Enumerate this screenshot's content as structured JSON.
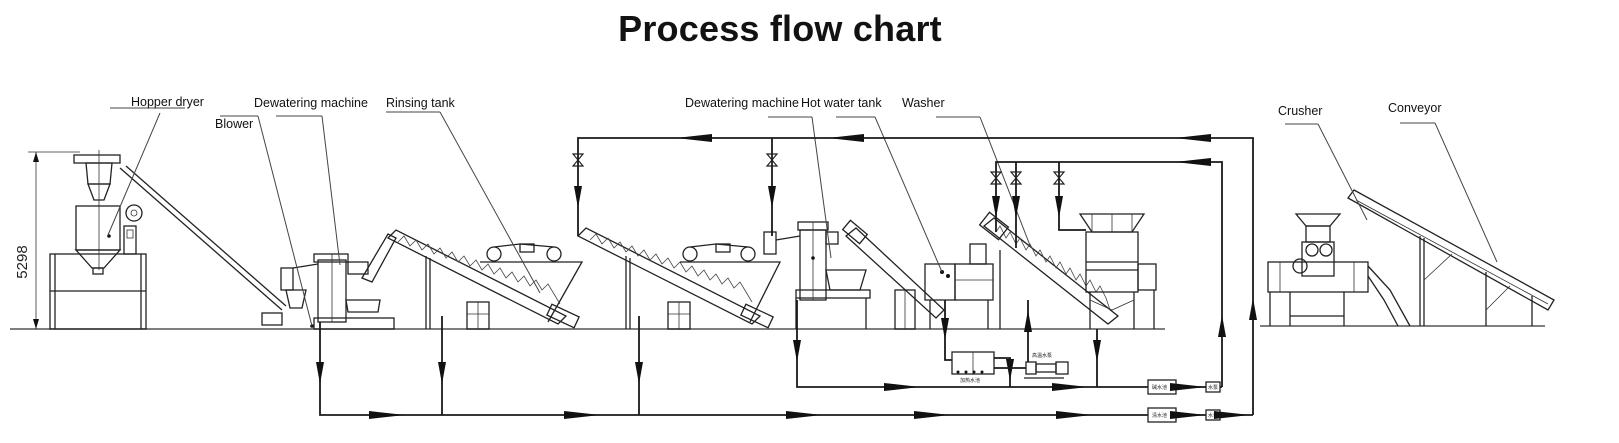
{
  "title": "Process flow chart",
  "dimension": {
    "value": "5298"
  },
  "labels": {
    "hopper_dryer": "Hopper dryer",
    "blower": "Blower",
    "dewatering_machine_1": "Dewatering machine",
    "rinsing_tank": "Rinsing tank",
    "dewatering_machine_2": "Dewatering machine",
    "hot_water_tank": "Hot water tank",
    "washer": "Washer",
    "crusher": "Crusher",
    "conveyor": "Conveyor"
  },
  "small_labels": {
    "heated_water_pool": "加热水池",
    "high_temp_pump": "高温水泵",
    "alkali_water_pool": "碱水池",
    "clean_water_pool": "清水池",
    "pump_1": "水泵",
    "pump_2": "水泵"
  }
}
